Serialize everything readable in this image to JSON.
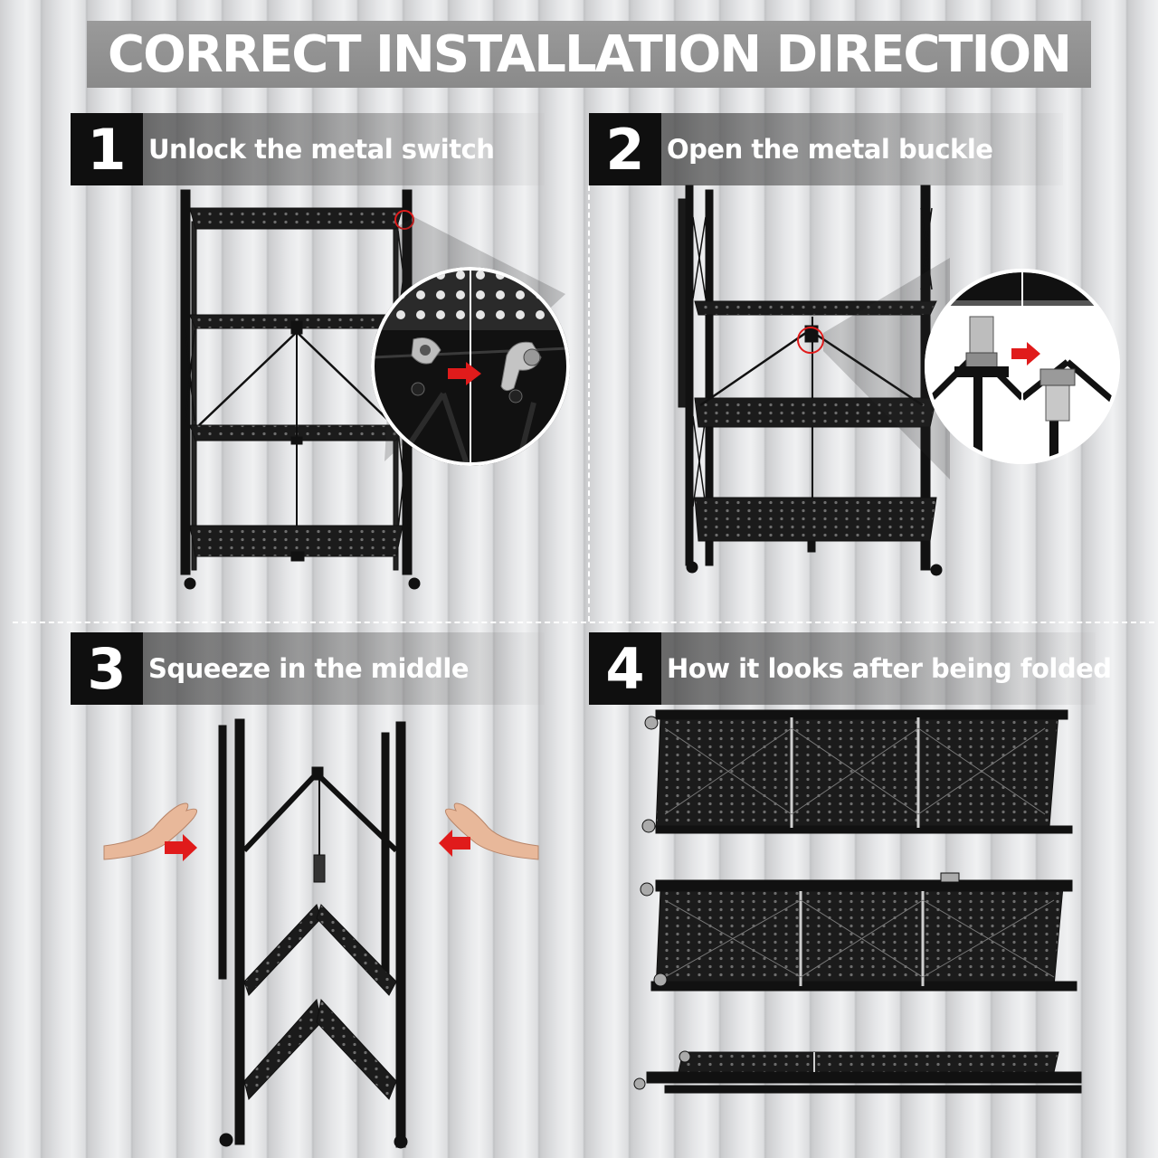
{
  "title": "CORRECT INSTALLATION DIRECTION",
  "steps": [
    {
      "number": "1",
      "text": "Unlock the metal switch"
    },
    {
      "number": "2",
      "text": "Open the metal buckle"
    },
    {
      "number": "3",
      "text": "Squeeze in the middle"
    },
    {
      "number": "4",
      "text": "How it looks after being folded"
    }
  ],
  "colors": {
    "arrow": "#e01b1b",
    "frame": "#111111",
    "banner": "#929292"
  }
}
